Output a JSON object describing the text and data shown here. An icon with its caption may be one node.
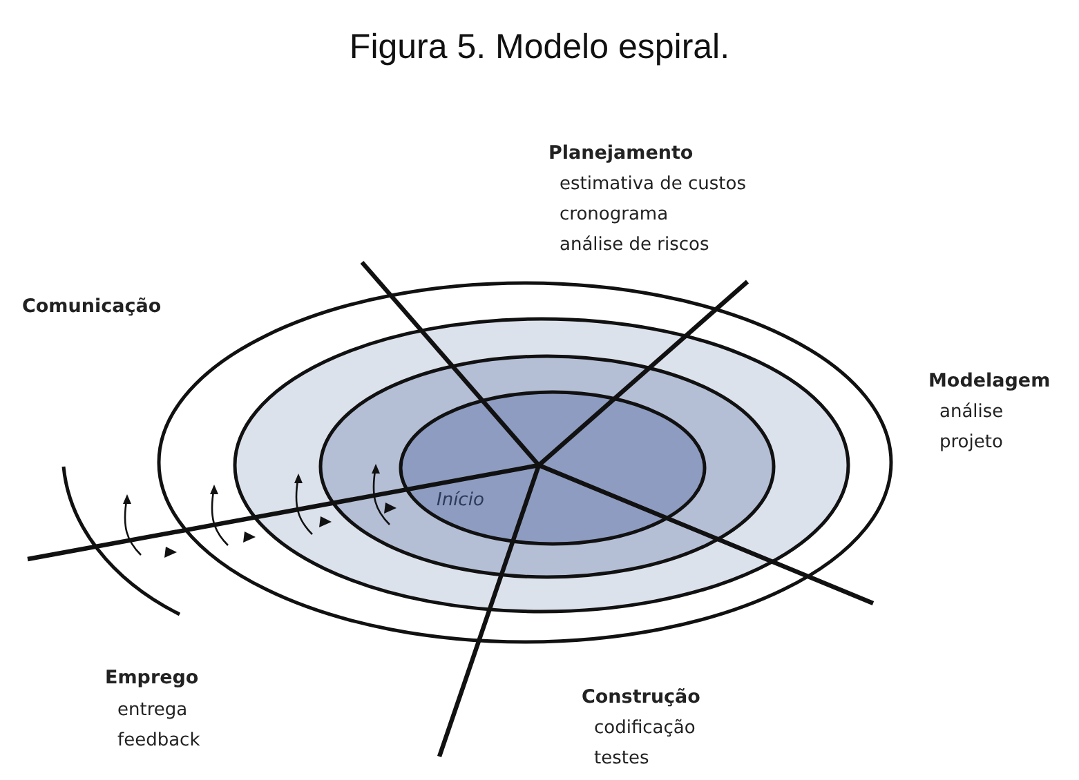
{
  "diagram": {
    "title": "Figura 5. Modelo espiral.",
    "labels": [
      "Planejamento",
      "estimativa de custos",
      "cronograma",
      "análise de riscos",
      "Comunicação",
      "Modelagem",
      "análise",
      "projeto",
      "Início",
      "Emprego",
      "entrega",
      "feedback",
      "Construção",
      "codificação",
      "testes"
    ]
  }
}
